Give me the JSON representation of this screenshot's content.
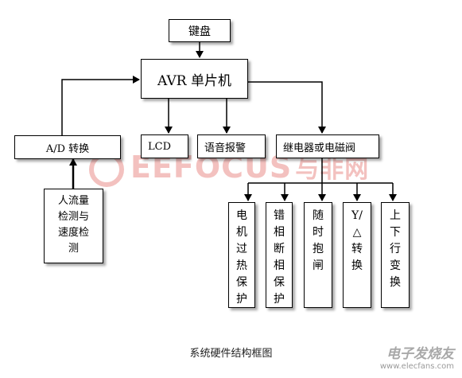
{
  "diagram": {
    "nodes": {
      "keyboard": "键盘",
      "avr": "AVR 单片机",
      "ad": "A/D 转换",
      "lcd": "LCD",
      "voice": "语音报警",
      "relay": "继电器或电磁阀",
      "sensor": [
        "人流量",
        "检测与",
        "速度检",
        "测"
      ],
      "motor": [
        "电",
        "机",
        "过",
        "热",
        "保",
        "护"
      ],
      "phase": [
        "错",
        "相",
        "断",
        "相",
        "保",
        "护"
      ],
      "brake": [
        "随",
        "时",
        "抱",
        "闸"
      ],
      "ydelta": [
        "Y/",
        "△",
        "转",
        "换"
      ],
      "updown": [
        "上",
        "下",
        "行",
        "变",
        "换"
      ]
    },
    "caption": "系统硬件结构框图"
  },
  "watermark": {
    "text": "EEFOCUS",
    "cn": "与非网",
    "color": "#f3c1bf"
  },
  "logo": {
    "line1": "电子发烧友",
    "line2": "www.elecfans.com"
  }
}
